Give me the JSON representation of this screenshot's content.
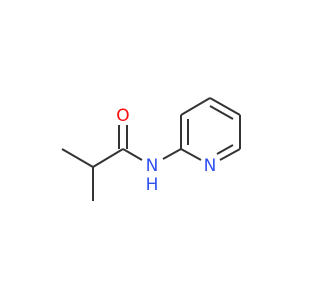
{
  "structure": {
    "atoms": {
      "oxygen": {
        "symbol": "O",
        "color": "#ff0d0d"
      },
      "amide_nitrogen": {
        "symbol": "N",
        "color": "#3050f8"
      },
      "amide_nitrogen_hydrogen": {
        "symbol": "H",
        "color": "#3050f8"
      },
      "ring_nitrogen": {
        "symbol": "N",
        "color": "#3050f8"
      }
    },
    "bond_color": "#333333"
  }
}
